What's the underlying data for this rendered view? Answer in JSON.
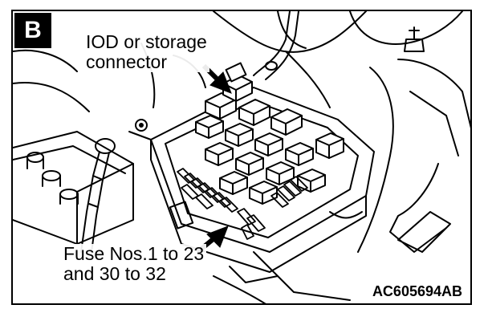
{
  "figure": {
    "badge": "B",
    "callouts": {
      "iod": [
        "IOD or storage",
        "connector"
      ],
      "fuse": [
        "Fuse Nos.1 to 23",
        "and 30 to 32"
      ]
    },
    "code": "AC605694AB"
  },
  "colors": {
    "ink": "#000000",
    "paper": "#ffffff"
  }
}
